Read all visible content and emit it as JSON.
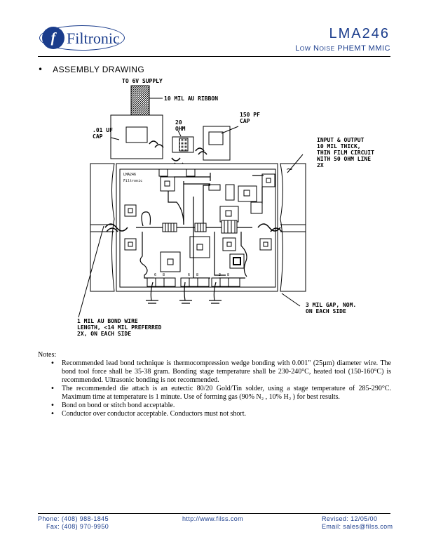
{
  "header": {
    "logo_letter": "f",
    "logo_text": "Filtronic",
    "part_number": "LMA246",
    "subtitle": "LOW NOISE PHEMT MMIC"
  },
  "section": {
    "bullet": "•",
    "title": "ASSEMBLY DRAWING"
  },
  "drawing": {
    "supply": "TO 6V SUPPLY",
    "ribbon": "10 MIL AU RIBBON",
    "ohm_value": "20",
    "ohm_unit": "OHM",
    "cap150_line1": "150 PF",
    "cap150_line2": "CAP",
    "cap01_line1": ".01 UF",
    "cap01_line2": "CAP",
    "io_line1": "INPUT & OUTPUT",
    "io_line2": "10 MIL THICK,",
    "io_line3": "THIN FILM CIRCUIT",
    "io_line4": "WITH 50 OHM LINE",
    "io_line5": "2X",
    "bond_line1": "1 MIL AU BOND WIRE",
    "bond_line2": "LENGTH, <14 MIL PREFERRED",
    "bond_line3": "2X, ON EACH SIDE",
    "gap_line1": "3 MIL GAP, NOM.",
    "gap_line2": "ON EACH SIDE",
    "die_label1": "LMA246",
    "die_label2": "Filtronic",
    "wave": "~"
  },
  "notes": {
    "title": "Notes:",
    "items": [
      "Recommended lead bond technique is thermocompression wedge bonding with 0.001\" (25µm) diameter wire.  The bond tool force shall be 35-38 gram.  Bonding stage temperature shall be 230-240°C, heated tool (150-160°C) is recommended.  Ultrasonic bonding is not recommended.",
      "The recommended die attach is an eutectic 80/20 Gold/Tin solder, using a stage temperature of 285-290°C. Maximum time at temperature is 1 minute. Use of forming gas (90% N₂ , 10% H₂ ) for best results.",
      "Bond on bond or stitch bond acceptable.",
      "Conductor over conductor acceptable.  Conductors must not short."
    ]
  },
  "footer": {
    "phone": "Phone: (408) 988-1845",
    "fax": "Fax: (408) 970-9950",
    "url": "http://www.filss.com",
    "revised": "Revised: 12/05/00",
    "email": "Email: sales@filss.com"
  },
  "colors": {
    "brand_blue": "#1a3c8c"
  }
}
